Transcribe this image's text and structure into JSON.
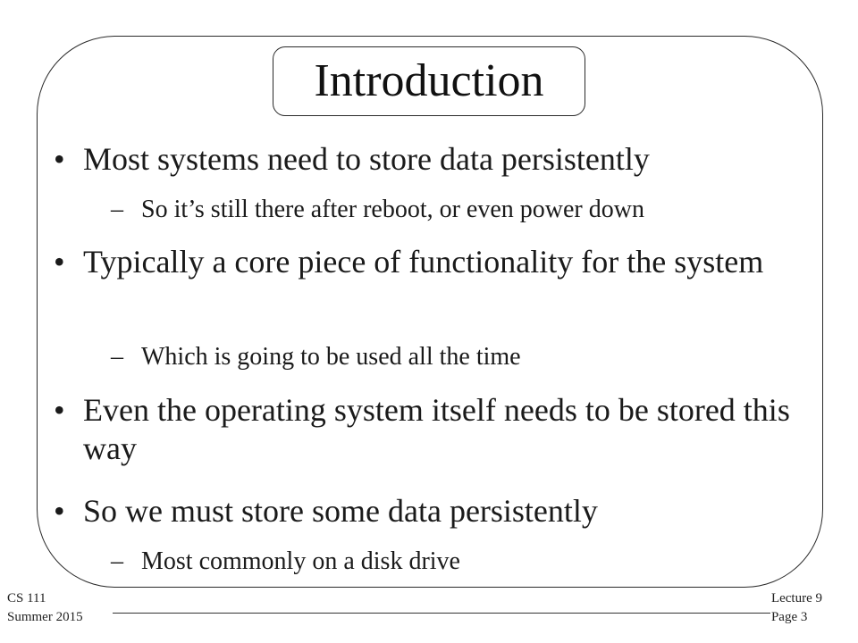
{
  "slide": {
    "title": "Introduction",
    "bullets": [
      {
        "text": "Most systems need to store data persistently"
      },
      {
        "sub": "So it’s still there after reboot, or even power down"
      },
      {
        "text": "Typically a core piece of functionality for the system"
      },
      {
        "sub": "Which is going to be used all the time"
      },
      {
        "text": "Even the operating system itself needs to be stored this way"
      },
      {
        "text": "So we must store some data persistently"
      },
      {
        "sub": "Most commonly on a disk drive"
      }
    ],
    "bullet_glyph": "•",
    "sub_glyph": "–"
  },
  "footer": {
    "course": "CS 111",
    "term": "Summer 2015",
    "lecture": "Lecture 9",
    "page": "Page 3"
  }
}
